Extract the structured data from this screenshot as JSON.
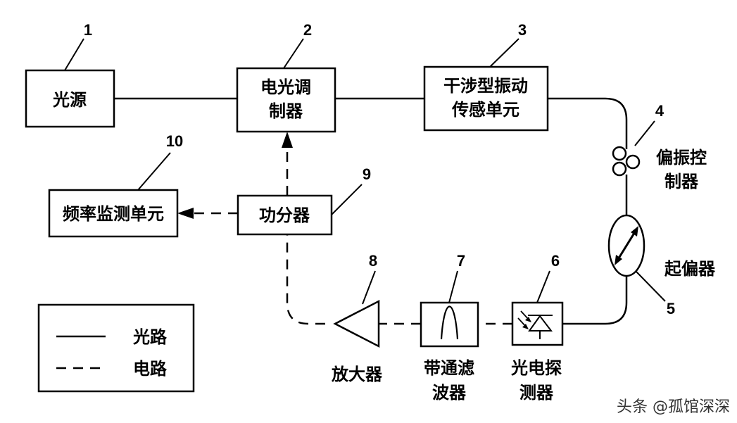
{
  "components": {
    "light_source": {
      "number": "1",
      "label": "光源"
    },
    "eo_modulator": {
      "number": "2",
      "label_line1": "电光调",
      "label_line2": "制器"
    },
    "sensing_unit": {
      "number": "3",
      "label_line1": "干涉型振动",
      "label_line2": "传感单元"
    },
    "polarization_controller": {
      "number": "4",
      "label_line1": "偏振控",
      "label_line2": "制器"
    },
    "polarizer": {
      "number": "5",
      "label": "起偏器"
    },
    "photodetector": {
      "number": "6",
      "label_line1": "光电探",
      "label_line2": "测器"
    },
    "bandpass_filter": {
      "number": "7",
      "label_line1": "带通滤",
      "label_line2": "波器"
    },
    "amplifier": {
      "number": "8",
      "label": "放大器"
    },
    "power_splitter": {
      "number": "9",
      "label": "功分器"
    },
    "frequency_monitor": {
      "number": "10",
      "label": "频率监测单元"
    }
  },
  "legend": {
    "optical_path": "光路",
    "electrical_path": "电路"
  },
  "watermark": "头条 @孤馆深深"
}
